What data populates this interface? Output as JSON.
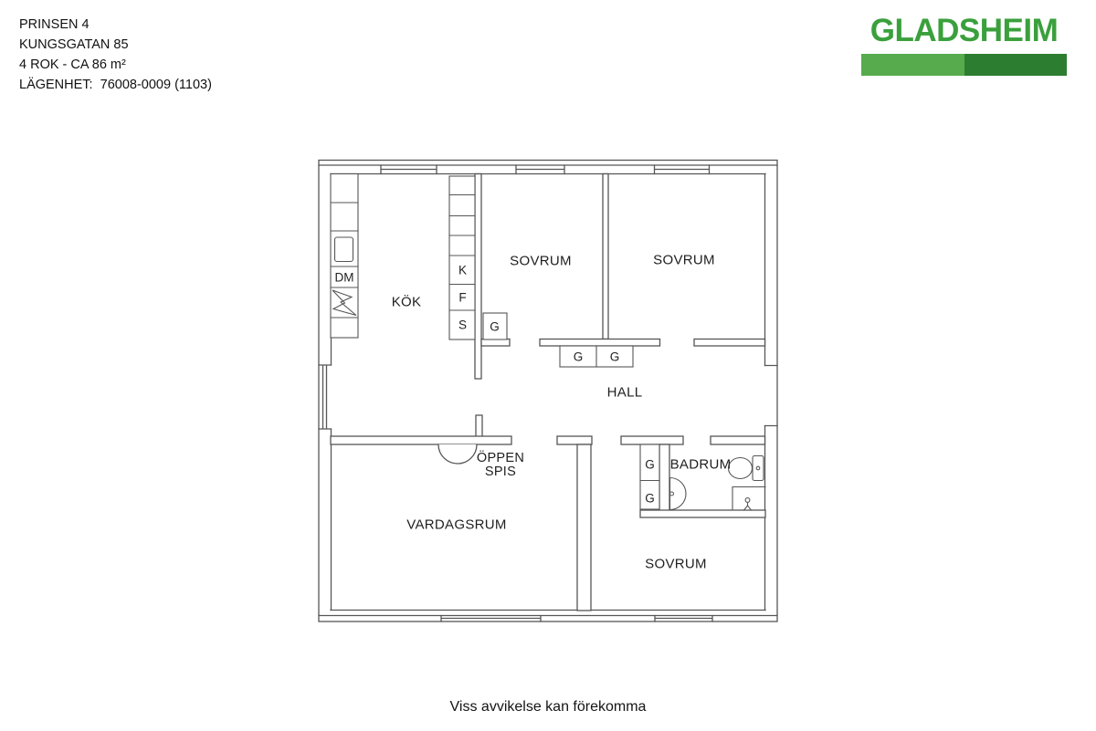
{
  "header": {
    "lines": [
      "PRINSEN 4",
      "KUNGSGATAN 85",
      "4 ROK - CA 86 m²",
      "LÄGENHET:  76008-0009 (1103)"
    ]
  },
  "logo": {
    "text": "GLADSHEIM",
    "text_color": "#3aa03c",
    "bar_left_color": "#57ab4d",
    "bar_right_color": "#2d7d30"
  },
  "plan_labels": {
    "kitchen": "KÖK",
    "bedroom": "SOVRUM",
    "living_room": "VARDAGSRUM",
    "bathroom": "BADRUM",
    "hall": "HALL",
    "fireplace_line1": "ÖPPEN",
    "fireplace_line2": "SPIS",
    "dishwasher": "DM",
    "fridge": "K",
    "freezer": "F",
    "pantry": "S",
    "wardrobe": "G"
  },
  "footer": {
    "disclaimer": "Viss avvikelse kan förekomma"
  }
}
